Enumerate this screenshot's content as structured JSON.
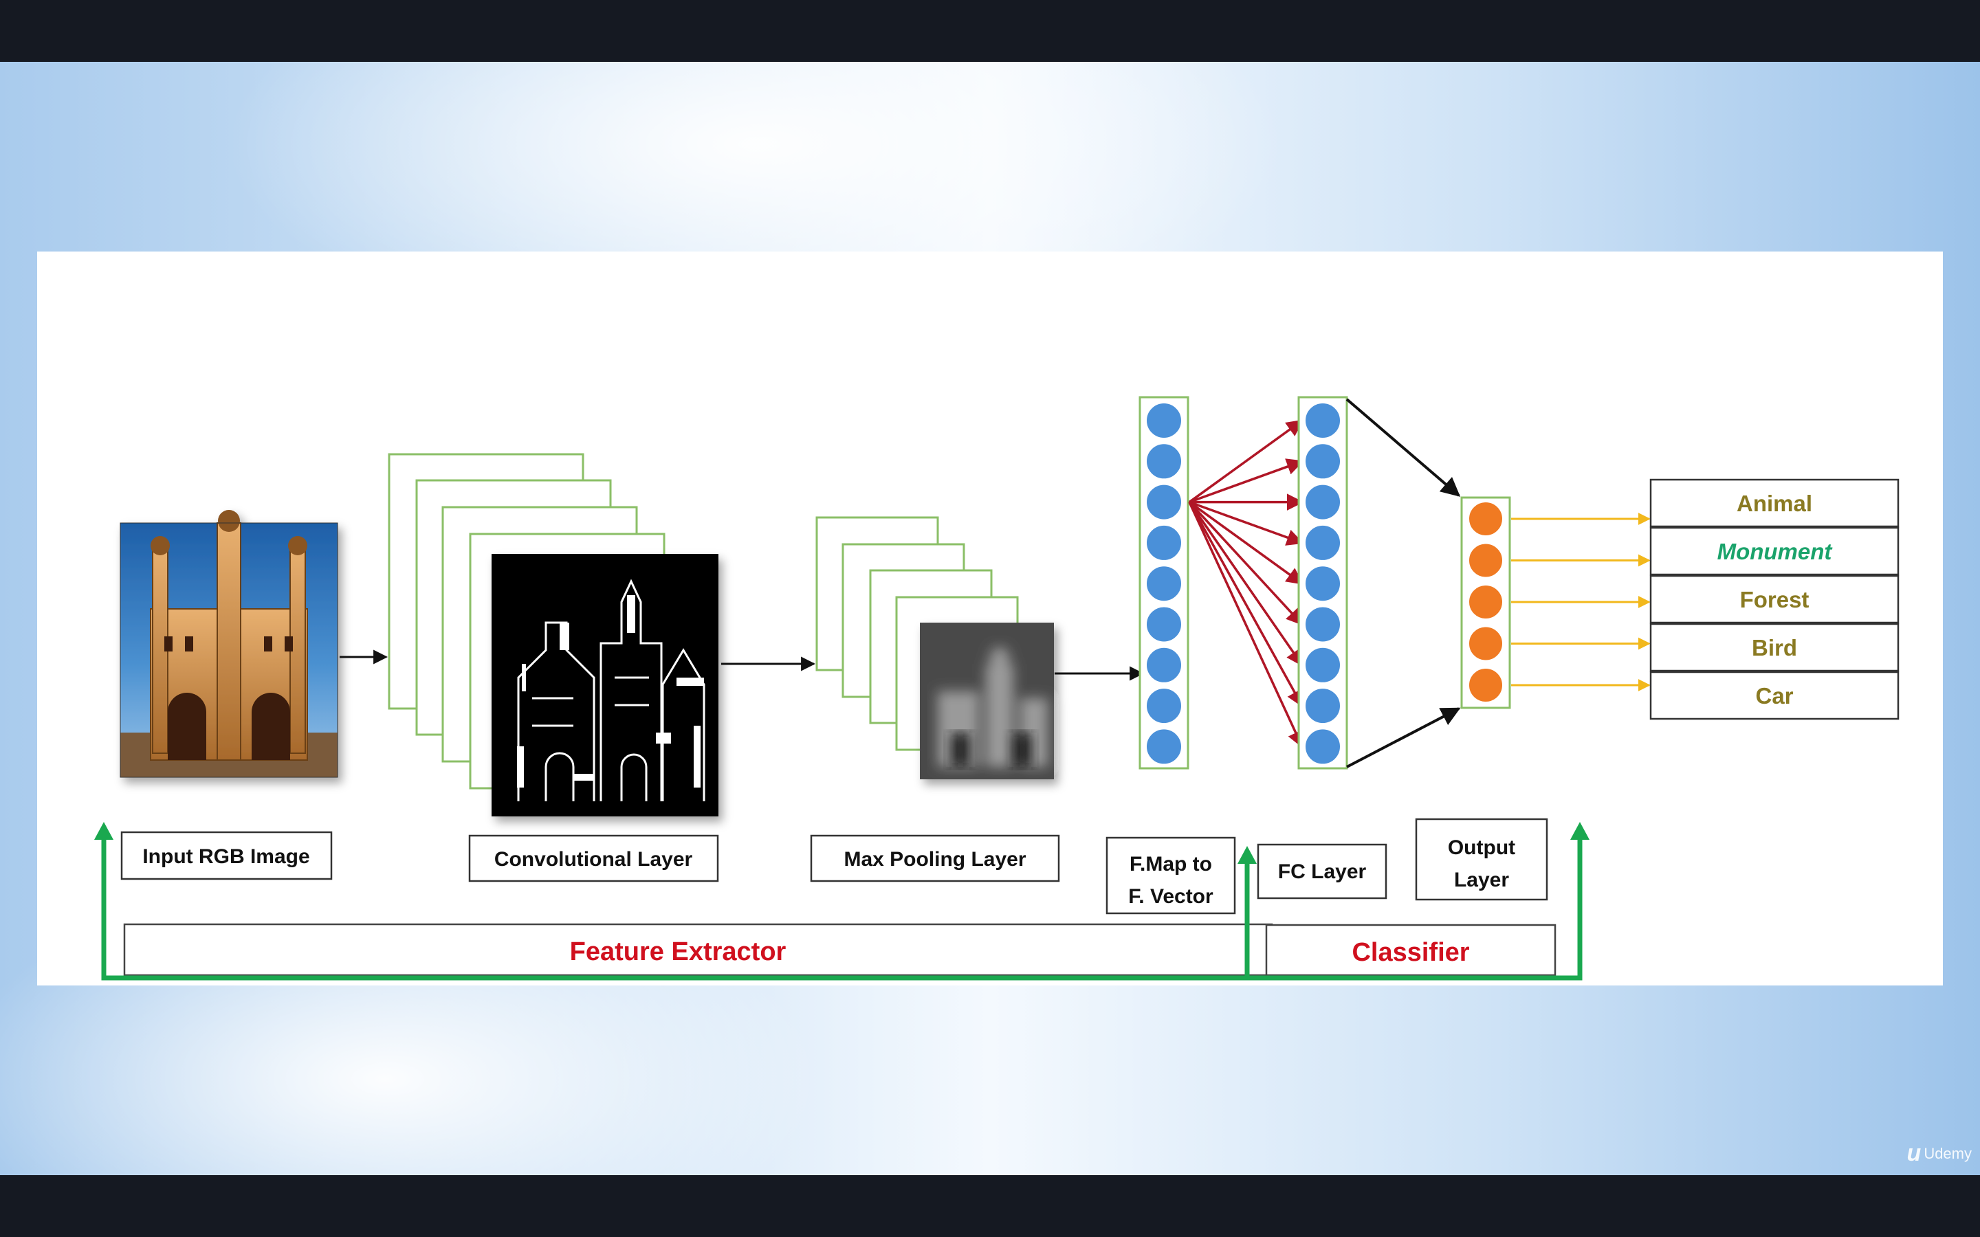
{
  "diagram": {
    "input_label": "Input RGB Image",
    "conv_label": "Convolutional Layer",
    "pool_label": "Max Pooling Layer",
    "flatten_label_line1": "F.Map to",
    "flatten_label_line2": "F. Vector",
    "fc_label": "FC Layer",
    "output_label_line1": "Output",
    "output_label_line2": "Layer",
    "feature_extractor": "Feature Extractor",
    "classifier": "Classifier",
    "classes": [
      "Animal",
      "Monument",
      "Forest",
      "Bird",
      "Car"
    ],
    "highlighted_class": "Monument"
  },
  "colors": {
    "green": "#1aa84f",
    "red": "#d0101e",
    "dark_red": "#b01626",
    "blue_node": "#4a90d9",
    "orange_node": "#f07a22",
    "gold_arrow": "#f2b81c",
    "olive_text": "#8a7a22",
    "teal_text": "#1aa36b"
  },
  "icons": {
    "input_image": "monument-photo",
    "conv_image": "edge-map-image",
    "pool_image": "blurred-image"
  },
  "watermark": "Udemy"
}
